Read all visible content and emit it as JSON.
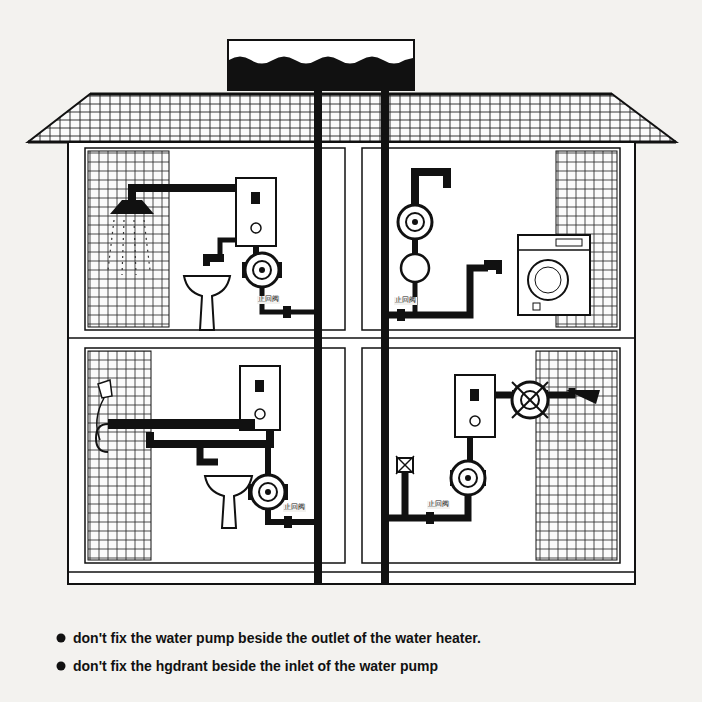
{
  "diagram": {
    "labels": [
      "止回阀",
      "止回阀",
      "止回阀",
      "止回阀",
      "don't fix the water pump beside the outlet of the water heater.",
      "don't fix the hgdrant beside the inlet of the water pump"
    ]
  }
}
